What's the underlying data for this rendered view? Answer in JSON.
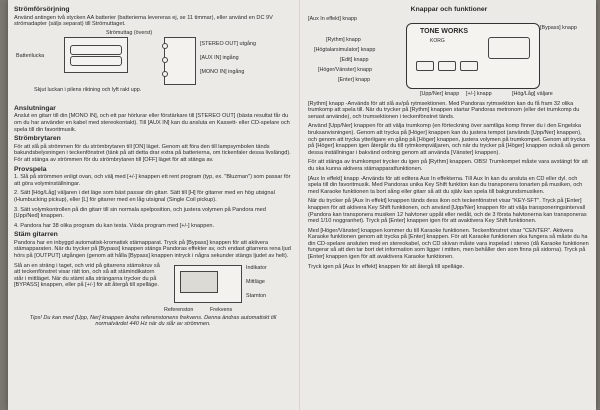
{
  "left": {
    "battery_title": "Strömförsörjning",
    "battery_text": "Använd antingen två stycken AA batterier (batterierna levereras ej, se 11 timmar), eller använd en DC 9V strömadapter (säljs separat) till Strömuttaget.",
    "battery_labels": {
      "battery_box": "Batterilucka",
      "plus_minus_note": "Strömuttag (överst)",
      "stereo_out": "[STEREO OUT] utgång",
      "aux_in": "[AUX IN] ingång",
      "mono_in": "[MONO IN] ingång",
      "slide_note": "Skjut luckan i pilens riktning och lyft rakt upp."
    },
    "conn_title": "Anslutningar",
    "conn_text": "Anslut en gitarr till din [MONO IN], och ett par hörlurar eller förstärkare till [STEREO OUT] (bästa resultat får du om du har använder en kabel med stereokontakt). Till [AUX IN] kan du ansluta en Kassett- eller CD-spelare och spela till din favoritmusik.",
    "power_title": "Strömbrytaren",
    "power_text": "För att slå på strömmen för du strömbrytaren till [ON] läget. Genom att föra den till lampsymbolen tänds bakundsbelysningen i teckenfönstret (tänk på att detta drar extra på batterierna, om tickenfaler dessa livslängd). För att stänga av strömmen för du strömbrytaren till [OFF] läget för att stänga av.",
    "prov_title": "Provspela",
    "prov_items": [
      "1. Slå på strömmen enligt ovan, och välj med [+/-] knappen ett rent program (typ, ex. \"Bluzman\") som passar för att göra volyminställningar.",
      "2. Sätt [Hög/Låg] väljaren i det läge som bäst passar din gitarr. Sätt till [H] för gitarrer med en hög utsignal (Humbucking pickup), eller [L] för gitarrer med en låg utsignal (Single Coil pickup).",
      "3. Sätt volymkontrollen på din gitarr till sin normala spelposition, och justera volymen på Pandora med [Upp/Ned] knappen.",
      "4. Pandora har 38 olika program du kan testa. Växla program med [+/-] knappen."
    ],
    "tune_title": "Stäm gitarren",
    "tune_text1": "Pandora har en inbyggd automatisk-kromatisk stämapparat. Tryck på [Bypass] knappen för att aktivera stämapparaten. När du trycker på [Bypass] knappen stängs Pandoras effekter av, och endast gitarrens rena ljud hörs på [OUTPUT] utgången (genom att hålla [Bypass] knappen intryck i några sekunder stängs ljudet av helt).",
    "tune_text2": "Slå an en sträng i taget, och vrid på gitarrens stämskruv så att teckenfönstret visar rätt ton, och så att stämindikatorn står i mittläget. När du stämt alla strängarna trycker du på [BYPASS] knappen, eller på [+/-] för att återgå till spelläge.",
    "tune_labels": {
      "indicator": "Indikator",
      "mid": "Mittläge",
      "note": "Stamton",
      "ref": "Referenston",
      "freq": "Frekvens"
    },
    "tips": "Tips! Du kan med [Upp, Ner] knappen ändra referenstonens frekvens. Denna ändras automatiskt till normalvärdet 440 Hz när du slår av strömmen."
  },
  "right": {
    "title": "Knappar och funktioner",
    "labels": {
      "aux_fx": "[Aux In effekt] knapp",
      "bypass": "[Bypass] knapp",
      "rhythm": "[Rythm] knapp",
      "speaker": "[Högtalarsimulator] knapp",
      "edit": "[Edit] knapp",
      "leftright": "[Höger/Vänster] knapp",
      "enter": "[Enter] knapp",
      "updown": "[Upp/Ner] knapp",
      "plusminus": "[+/-] knapp",
      "highlow": "[Hög/Låg] väljare",
      "brand": "TONE WORKS",
      "brand_sub": "KORG"
    },
    "paras": [
      "[Rythm] knapp -Används för att slå av/på rytmsektionen. Med Pandoras rytmsektion kan du få fram 32 olika trumkomp att spela till. När du trycker på [Rythm] knappen startar Pandoras metronom (eller det trumkomp du senast använde), och trumsektionen i teckenfönstret tänds.",
      "Använd [Upp/Ner] knappen för att välja trumkomp (en förteckning över samtliga komp finner du i den Engelska bruksanvisningen). Genom att trycka på [Höger] knappen kan du justera tempot (används [Upp/Ner] knappen), och genom att trycka ytterligare en gång på [Höger] knappen, justera volymen på trumkompet. Genom att trycka på [Höger] knappen igen återgår du till rytmkompväljaren, och när du trycker på [Höger] knappen också så genom dessa inställningar i bakvänd ordning genom att använda [Vänster] knappen).",
      "För att stänga av trumkompet trycker du igen på [Rythm] knappen. OBS! Trumkompet måste vara avstängt för att du ska kunna aktivera stämapparatfunktionen.",
      "[Aux In effekt] knapp -Används för att editera Aux In effekterna. Till Aux In kan du ansluta en CD eller dyl. och spela till din favoritmusik. Med Pandoras unika Key Shift funktion kan du transponera tonarten på musiken, och med Karaoke funktionen ta bort sång eller gitarr så att du själv kan spela till bakgrundsmusiken.",
      "När du trycker på [Aux In effekt] knappen tänds dess ikon och teckenfönstret visar \"KEY-SFT\". Tryck på [Enter] knappen för att aktivera Key Shift funktionen, och använd [Upp/Ner] knappen för att välja transponeringsintervall (Pandora kan transponera musiken 12 halvtoner uppåt eller nedåt, och de 3 första halvtonerna kan transponeras med 1/10 noggranhet). Tryck på [Enter] knappen igen för att avaktivera Key Shift funktionen.",
      "Med [Höger/Vänster] knappen kommer du till Karaoke funktionen. Teckenfönstret visar \"CENTER\". Aktivera Karaoke funktionen genom att trycka på [Enter] knappen. För att Karaoke funktionen ska fungera så måste du ha din CD-spelare ansluten med en stereokabel, och CD skivan måste vara inspelad i stereo (då Karaoke funktionen fungerar så att den tar bort det information som ligger i mitten, men behåller den som finns på sidorna). Tryck på [Enter] knappen igen för att avaktivera Karaoke funktionen.",
      "Tryck igen på [Aux In effekt] knappen för att återgå till spelläge."
    ]
  }
}
